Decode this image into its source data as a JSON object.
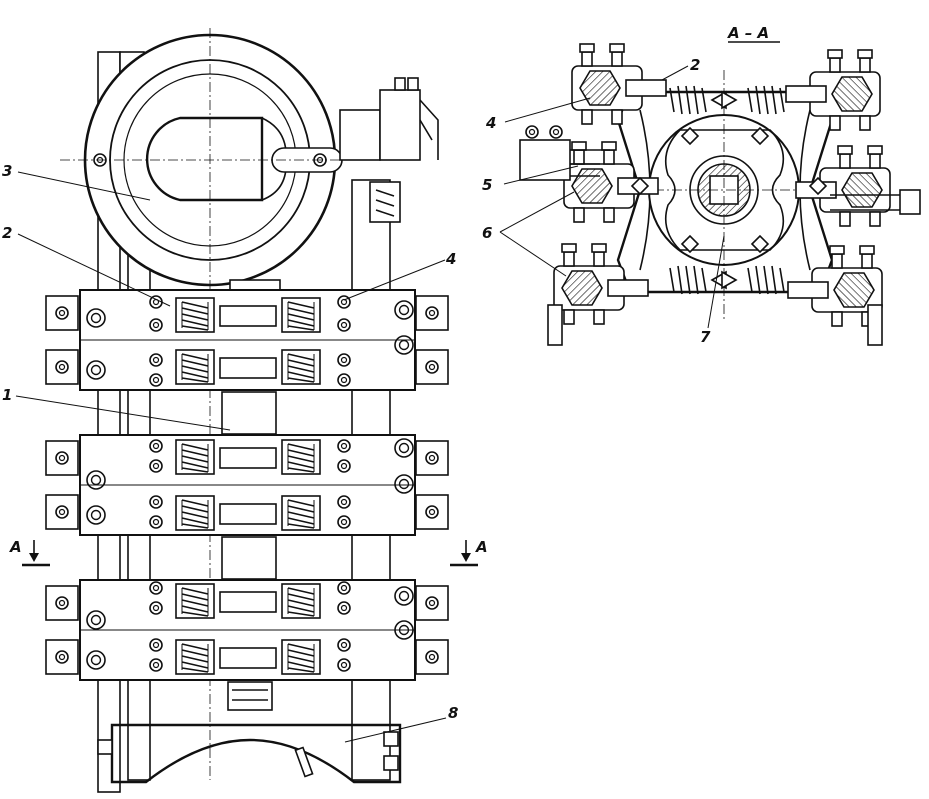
{
  "section_title": "A – A",
  "section_marks": {
    "left": "A",
    "right": "A"
  },
  "callouts": {
    "c1": "1",
    "c2_front": "2",
    "c3": "3",
    "c4_front": "4",
    "c8": "8",
    "c2_section": "2",
    "c4_section": "4",
    "c5": "5",
    "c6": "6",
    "c7": "7"
  }
}
